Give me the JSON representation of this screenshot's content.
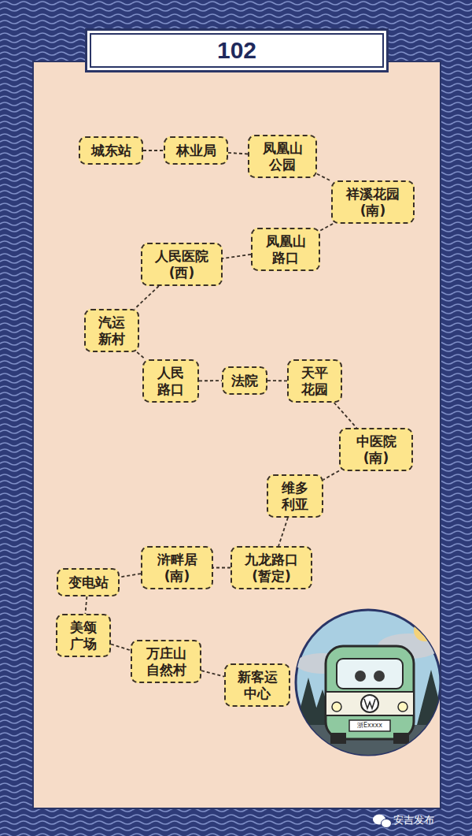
{
  "diagram": {
    "title": "102",
    "nodes": [
      {
        "text": [
          "城东站"
        ]
      },
      {
        "text": [
          "林业局"
        ]
      },
      {
        "text": [
          "凤凰山 公园"
        ]
      },
      {
        "text": [
          "祥溪花园 (南)"
        ]
      },
      {
        "text": [
          "凤凰山 路口"
        ]
      },
      {
        "text": [
          "人民医院 (西)"
        ]
      },
      {
        "text": [
          "汽运 新村"
        ]
      },
      {
        "text": [
          "人民 路口"
        ]
      },
      {
        "text": [
          "法院"
        ]
      },
      {
        "text": [
          "天平 花园"
        ]
      },
      {
        "text": [
          "中医院 (南)"
        ]
      },
      {
        "text": [
          "维多 利亚"
        ]
      },
      {
        "text": [
          "九龙路口 (暂定)"
        ]
      },
      {
        "text": [
          "浒畔居 (南)"
        ]
      },
      {
        "text": [
          "变电站"
        ]
      },
      {
        "text": [
          "美颂 广场"
        ]
      },
      {
        "text": [
          "万庄山 自然村"
        ]
      },
      {
        "text": [
          "新客运 中心"
        ]
      }
    ],
    "edges": [
      {
        "from": 0,
        "to": 1,
        "arrow": "none"
      },
      {
        "from": 1,
        "to": 2,
        "arrow": "none"
      },
      {
        "from": 2,
        "to": 3,
        "arrow": "none"
      },
      {
        "from": 3,
        "to": 4,
        "arrow": "none"
      },
      {
        "from": 4,
        "to": 5,
        "arrow": "none"
      },
      {
        "from": 5,
        "to": 6,
        "arrow": "none"
      },
      {
        "from": 6,
        "to": 7,
        "arrow": "none"
      },
      {
        "from": 7,
        "to": 8,
        "arrow": "none"
      },
      {
        "from": 8,
        "to": 9,
        "arrow": "none"
      },
      {
        "from": 9,
        "to": 10,
        "arrow": "none"
      },
      {
        "from": 10,
        "to": 11,
        "arrow": "none"
      },
      {
        "from": 11,
        "to": 12,
        "arrow": "none"
      },
      {
        "from": 12,
        "to": 13,
        "arrow": "none"
      },
      {
        "from": 13,
        "to": 14,
        "arrow": "none"
      },
      {
        "from": 14,
        "to": 15,
        "arrow": "none"
      },
      {
        "from": 15,
        "to": 16,
        "arrow": "none"
      },
      {
        "from": 16,
        "to": 17,
        "arrow": "none"
      }
    ],
    "labels": [
      "浙Exxxx",
      "安吉发布"
    ]
  }
}
